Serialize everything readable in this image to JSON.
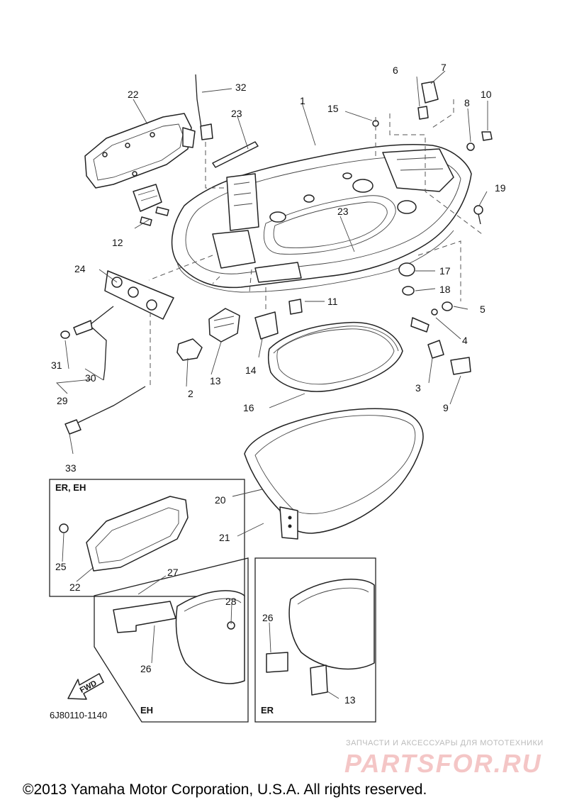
{
  "diagram": {
    "part_code": "6J80110-1140",
    "fwd_label": "FWD",
    "insets": {
      "er_eh_label": "ER, EH",
      "eh_label": "EH",
      "er_label": "ER"
    },
    "callouts": [
      "1",
      "2",
      "3",
      "4",
      "5",
      "6",
      "7",
      "8",
      "9",
      "10",
      "11",
      "12",
      "13",
      "14",
      "15",
      "16",
      "17",
      "18",
      "19",
      "20",
      "21",
      "22",
      "23",
      "24",
      "25",
      "26",
      "27",
      "28",
      "29",
      "30",
      "31",
      "32",
      "33"
    ]
  },
  "watermark": {
    "tagline": "ЗАПЧАСТИ И АКСЕССУАРЫ ДЛЯ МОТОТЕХНИКИ",
    "brand": "PARTSFOR.RU"
  },
  "footer": {
    "copyright": "©2013 Yamaha Motor Corporation, U.S.A. All rights reserved."
  }
}
